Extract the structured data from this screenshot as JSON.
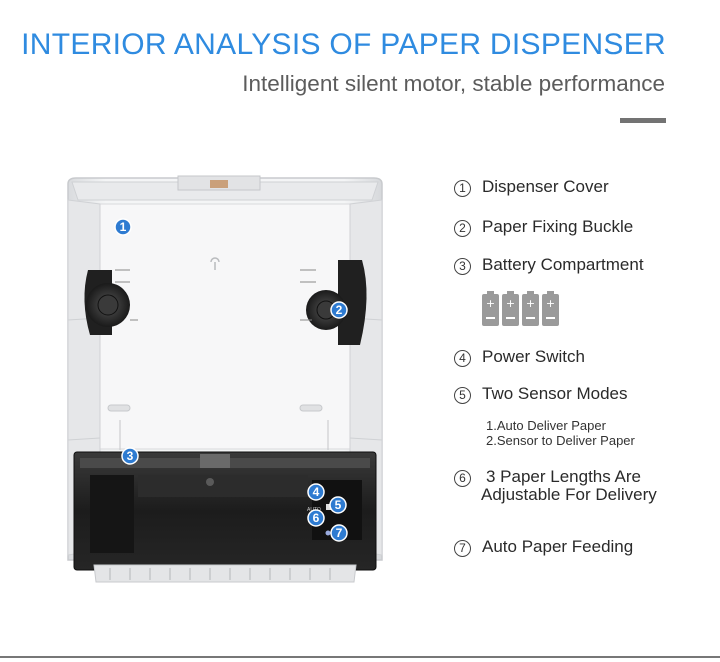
{
  "header": {
    "title": "INTERIOR ANALYSIS OF PAPER DISPENSER",
    "subtitle": "Intelligent silent motor, stable performance"
  },
  "colors": {
    "title": "#2f8be0",
    "callout_badge": "#2e7bd1",
    "battery": "#9a9a9a"
  },
  "callouts": [
    "1",
    "2",
    "3",
    "4",
    "5",
    "6",
    "7"
  ],
  "panel_label": "AUTO",
  "legend": {
    "items": [
      {
        "num": "1",
        "label": "Dispenser Cover"
      },
      {
        "num": "2",
        "label": "Paper Fixing Buckle"
      },
      {
        "num": "3",
        "label": "Battery Compartment"
      },
      {
        "num": "4",
        "label": "Power Switch"
      },
      {
        "num": "5",
        "label": "Two Sensor Modes"
      },
      {
        "num": "6",
        "label": "3 Paper Lengths Are",
        "label2": "Adjustable For Delivery"
      },
      {
        "num": "7",
        "label": "Auto Paper Feeding"
      }
    ],
    "sensor_modes": [
      "1.Auto Deliver Paper",
      "2.Sensor to Deliver Paper"
    ],
    "battery_icon": "battery-icon",
    "battery_count": 4
  }
}
